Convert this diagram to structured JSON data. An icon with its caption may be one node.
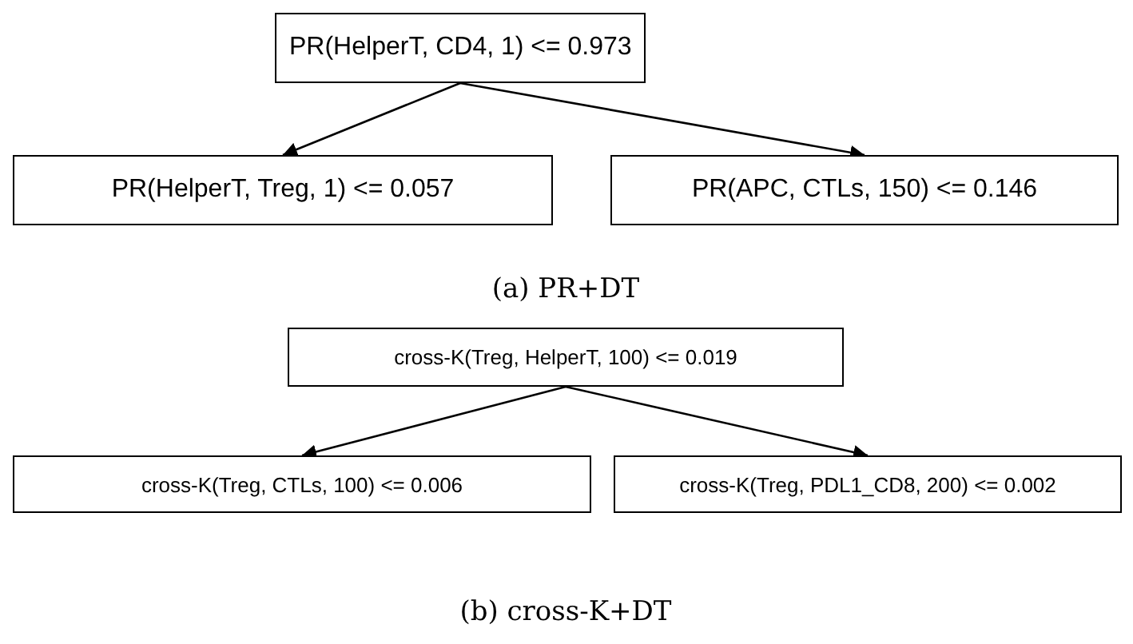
{
  "diagram": {
    "nodes": [
      {
        "text": [
          "PR(HelperT, CD4, 1) <= 0.973"
        ]
      },
      {
        "text": [
          "PR(HelperT, Treg, 1) <= 0.057"
        ]
      },
      {
        "text": [
          "PR(APC, CTLs, 150) <= 0.146"
        ]
      },
      {
        "text": [
          "cross-K(Treg, HelperT, 100) <= 0.019"
        ]
      },
      {
        "text": [
          "cross-K(Treg, CTLs, 100) <= 0.006"
        ]
      },
      {
        "text": [
          "cross-K(Treg, PDL1_CD8, 200) <= 0.002"
        ]
      }
    ],
    "edges": [
      {
        "from": 0,
        "to": 1,
        "arrow": "to"
      },
      {
        "from": 0,
        "to": 2,
        "arrow": "to"
      },
      {
        "from": 3,
        "to": 4,
        "arrow": "to"
      },
      {
        "from": 3,
        "to": 5,
        "arrow": "to"
      }
    ],
    "labels": [
      "(a) PR+DT",
      "(b) cross-K+DT"
    ]
  }
}
